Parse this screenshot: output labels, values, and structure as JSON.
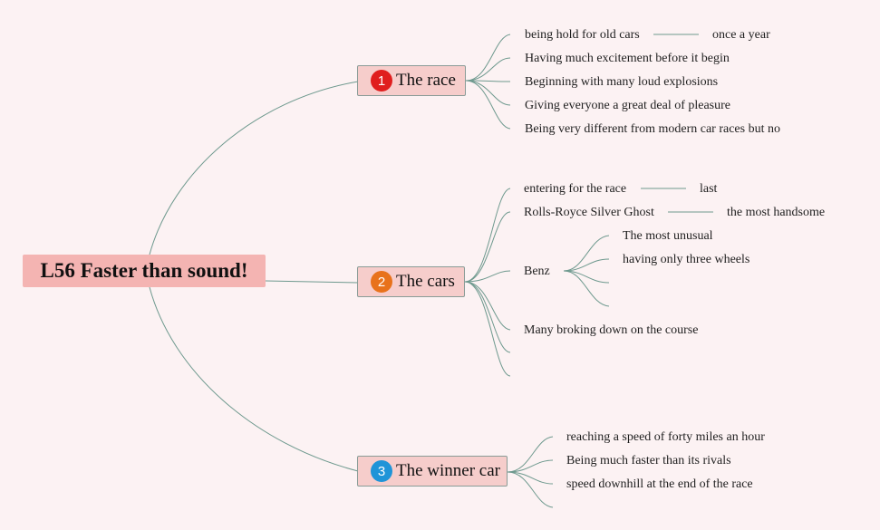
{
  "root": {
    "label": "L56 Faster than sound!"
  },
  "branches": [
    {
      "number": "1",
      "label": "The race",
      "color": "#e01e1e"
    },
    {
      "number": "2",
      "label": "The cars",
      "color": "#e8721b"
    },
    {
      "number": "3",
      "label": "The winner car",
      "color": "#1f94d8"
    }
  ],
  "race_items": [
    "being hold for old cars",
    "Having much excitement before it begin",
    "Beginning with many loud explosions",
    "Giving everyone a great deal of pleasure",
    "Being very different from modern car races but no"
  ],
  "race_sub": {
    "once": "once a year"
  },
  "cars_items": {
    "entering": "entering for the race",
    "entering_sub": "last",
    "rolls": "Rolls-Royce Silver Ghost",
    "rolls_sub": "the most handsome",
    "benz": "Benz",
    "benz_subs": [
      "The most unusual",
      "having only three wheels"
    ],
    "many": "Many broking down on the course"
  },
  "winner_items": [
    "reaching a speed of forty miles an hour",
    "Being much faster than its rivals",
    "speed downhill at the end of the race"
  ],
  "colors": {
    "line": "#5c8f82",
    "background": "#fcf2f3",
    "root_fill": "#f4b4b2",
    "branch_fill": "#f6cdcb"
  }
}
